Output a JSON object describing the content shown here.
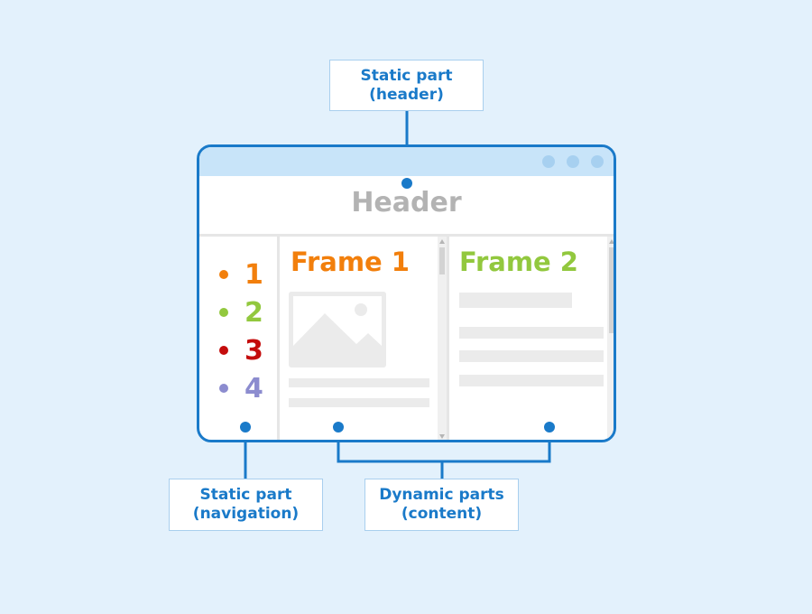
{
  "callouts": {
    "header": {
      "line1": "Static part",
      "line2": "(header)"
    },
    "navigation": {
      "line1": "Static part",
      "line2": "(navigation)"
    },
    "content": {
      "line1": "Dynamic parts",
      "line2": "(content)"
    }
  },
  "window": {
    "header_label": "Header",
    "navigation": [
      {
        "label": "1",
        "color": "#f27f0c"
      },
      {
        "label": "2",
        "color": "#92c83e"
      },
      {
        "label": "3",
        "color": "#c40c0c"
      },
      {
        "label": "4",
        "color": "#8c8ccf"
      }
    ],
    "frames": [
      {
        "title": "Frame 1",
        "color": "#f27f0c"
      },
      {
        "title": "Frame 2",
        "color": "#92c83e"
      }
    ]
  },
  "colors": {
    "accent": "#1a7ac9",
    "background": "#e3f1fc",
    "placeholder": "#ebebeb",
    "header_text": "#b3b3b3"
  },
  "icons": [
    "image-placeholder-icon",
    "scroll-up-arrow-icon",
    "scroll-down-arrow-icon",
    "window-control-dot-icon"
  ]
}
